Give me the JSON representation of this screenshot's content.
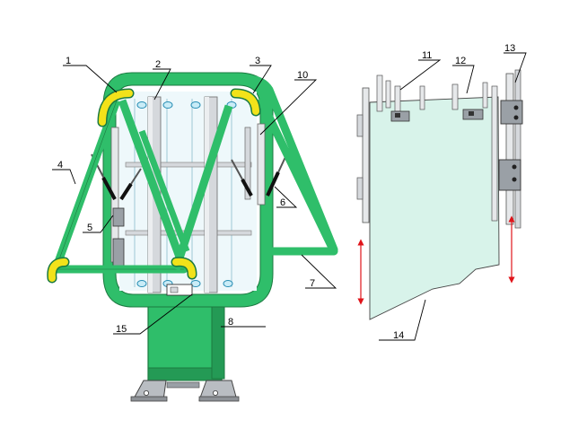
{
  "colors": {
    "frame_green": "#2fbe6a",
    "frame_stroke": "#1b7a40",
    "corner_yellow": "#f2e21a",
    "post_gray": "#d5d8dc",
    "glass_fill": "#d8f3ea",
    "arrow_red": "#e0141a",
    "base_gray": "#b9bdc2"
  },
  "callouts": {
    "c1": "1",
    "c2": "2",
    "c3": "3",
    "c4": "4",
    "c5": "5",
    "c6": "6",
    "c7": "7",
    "c8": "8",
    "c10": "10",
    "c11": "11",
    "c12": "12",
    "c13": "13",
    "c14": "14",
    "c15": "15"
  }
}
